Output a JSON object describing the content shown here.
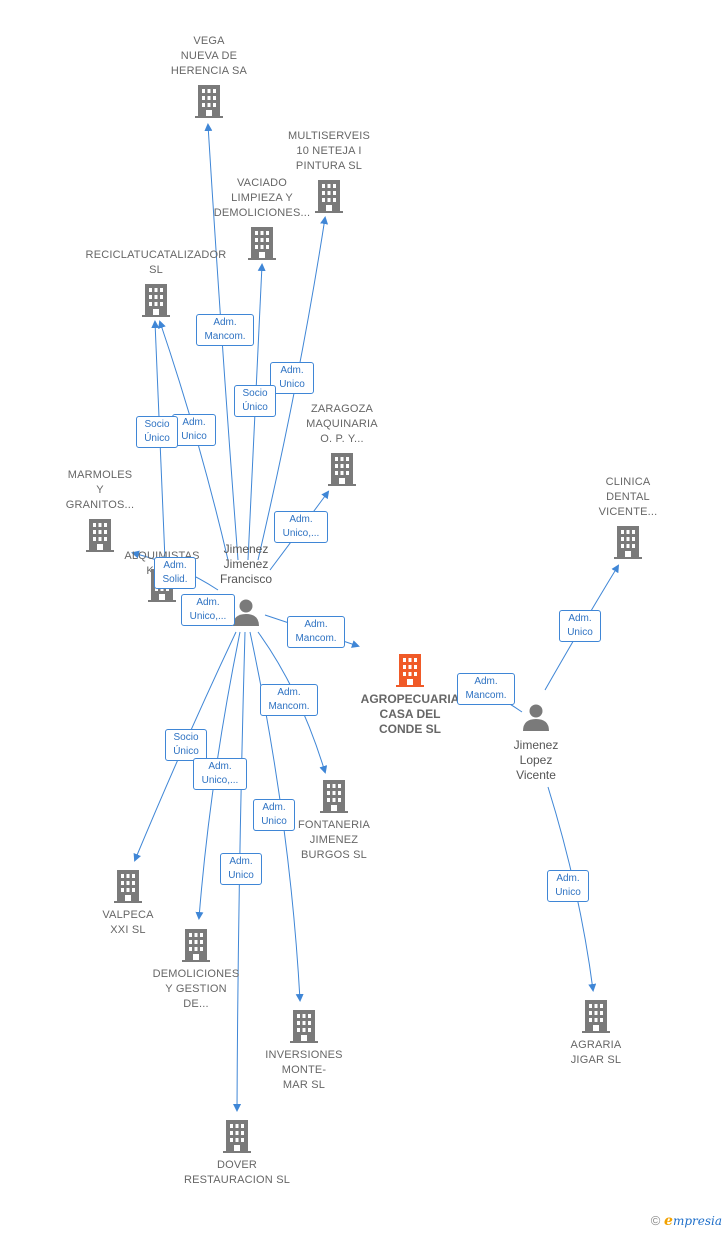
{
  "colors": {
    "edge": "#3f86d6",
    "company": "#7a7a7a",
    "focus": "#f05a28",
    "person": "#7a7a7a"
  },
  "nodes": {
    "vega": {
      "label": [
        "VEGA",
        "NUEVA DE",
        "HERENCIA SA"
      ]
    },
    "multiserveis": {
      "label": [
        "MULTISERVEIS",
        "10 NETEJA I",
        "PINTURA SL"
      ]
    },
    "vaciado": {
      "label": [
        "VACIADO",
        "LIMPIEZA Y",
        "DEMOLICIONES..."
      ]
    },
    "reciclatu": {
      "label": [
        "RECICLATUCATALIZADOR",
        "SL"
      ]
    },
    "zaragoza": {
      "label": [
        "ZARAGOZA",
        "MAQUINARIA",
        "O. P. Y..."
      ]
    },
    "marmoles": {
      "label": [
        "MARMOLES",
        "Y",
        "GRANITOS..."
      ]
    },
    "alquimistas": {
      "label": [
        "ALQUIMISTAS",
        "KAL..."
      ]
    },
    "clinica": {
      "label": [
        "CLINICA",
        "DENTAL",
        "VICENTE..."
      ]
    },
    "agropecuaria": {
      "label": [
        "AGROPECUARIA",
        "CASA DEL",
        "CONDE  SL"
      ]
    },
    "fontaneria": {
      "label": [
        "FONTANERIA",
        "JIMENEZ",
        "BURGOS  SL"
      ]
    },
    "valpeca": {
      "label": [
        "VALPECA",
        "XXI SL"
      ]
    },
    "demoliciones": {
      "label": [
        "DEMOLICIONES",
        "Y GESTION",
        "DE..."
      ]
    },
    "inversiones": {
      "label": [
        "INVERSIONES",
        "MONTE-",
        "MAR SL"
      ]
    },
    "dover": {
      "label": [
        "DOVER",
        "RESTAURACION SL"
      ]
    },
    "agraria": {
      "label": [
        "AGRARIA",
        "JIGAR  SL"
      ]
    },
    "jimenez_francisco": {
      "label": [
        "Jimenez",
        "Jimenez",
        "Francisco"
      ]
    },
    "jimenez_vicente": {
      "label": [
        "Jimenez",
        "Lopez",
        "Vicente"
      ]
    }
  },
  "relations": {
    "r_vega": [
      "Adm.",
      "Mancom."
    ],
    "r_multi": [
      "Adm.",
      "Unico"
    ],
    "r_vaciado": [
      "Socio",
      "Único"
    ],
    "r_recic_adm": [
      "Adm.",
      "Unico"
    ],
    "r_recic_socio": [
      "Socio",
      "Único"
    ],
    "r_zaragoza": [
      "Adm.",
      "Unico,..."
    ],
    "r_alq_solid": [
      "Adm.",
      "Solid."
    ],
    "r_alq_unico": [
      "Adm.",
      "Unico,..."
    ],
    "r_agro_fj": [
      "Adm.",
      "Mancom."
    ],
    "r_fontaneria": [
      "Adm.",
      "Mancom."
    ],
    "r_valpeca": [
      "Socio",
      "Único"
    ],
    "r_demol": [
      "Adm.",
      "Unico,..."
    ],
    "r_inversiones": [
      "Adm.",
      "Unico"
    ],
    "r_dover": [
      "Adm.",
      "Unico"
    ],
    "r_agro_vl": [
      "Adm.",
      "Mancom."
    ],
    "r_clinica": [
      "Adm.",
      "Unico"
    ],
    "r_agraria": [
      "Adm.",
      "Unico"
    ]
  },
  "footer": {
    "copyright": "©",
    "brand_initial": "e",
    "brand_rest": "mpresia"
  }
}
